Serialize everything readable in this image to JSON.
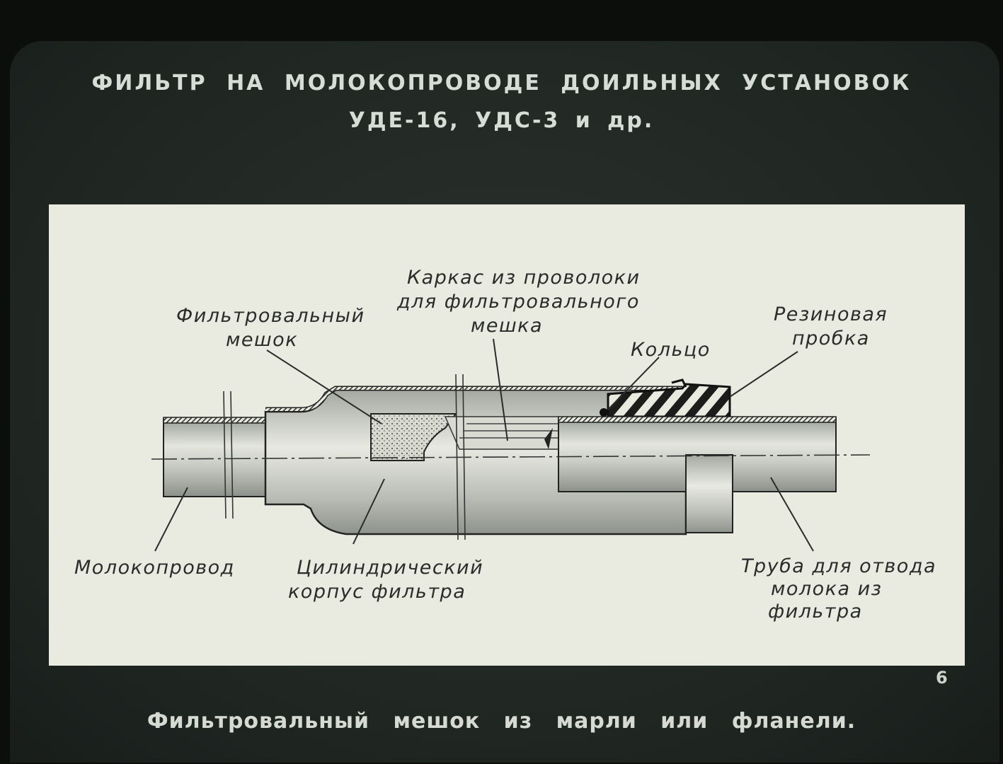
{
  "header": {
    "title_line1": "ФИЛЬТР НА МОЛОКОПРОВОДЕ ДОИЛЬНЫХ УСТАНОВОК",
    "title_line2": "УДЕ-16, УДС-3 и др."
  },
  "diagram": {
    "labels": {
      "bag_line1": "Фильтровальный",
      "bag_line2": "мешок",
      "frame_line1": "Каркас из проволоки",
      "frame_line2": "для фильтровального",
      "frame_line3": "мешка",
      "ring": "Кольцо",
      "plug_line1": "Резиновая",
      "plug_line2": "пробка",
      "pipeline": "Молокопровод",
      "body_line1": "Цилиндрический",
      "body_line2": "корпус фильтра",
      "outlet_line1": "Труба для отвода",
      "outlet_line2": "молока из",
      "outlet_line3": "фильтра"
    }
  },
  "footer": {
    "page_number": "6",
    "caption": "Фильтровальный мешок из марли или фланели."
  }
}
